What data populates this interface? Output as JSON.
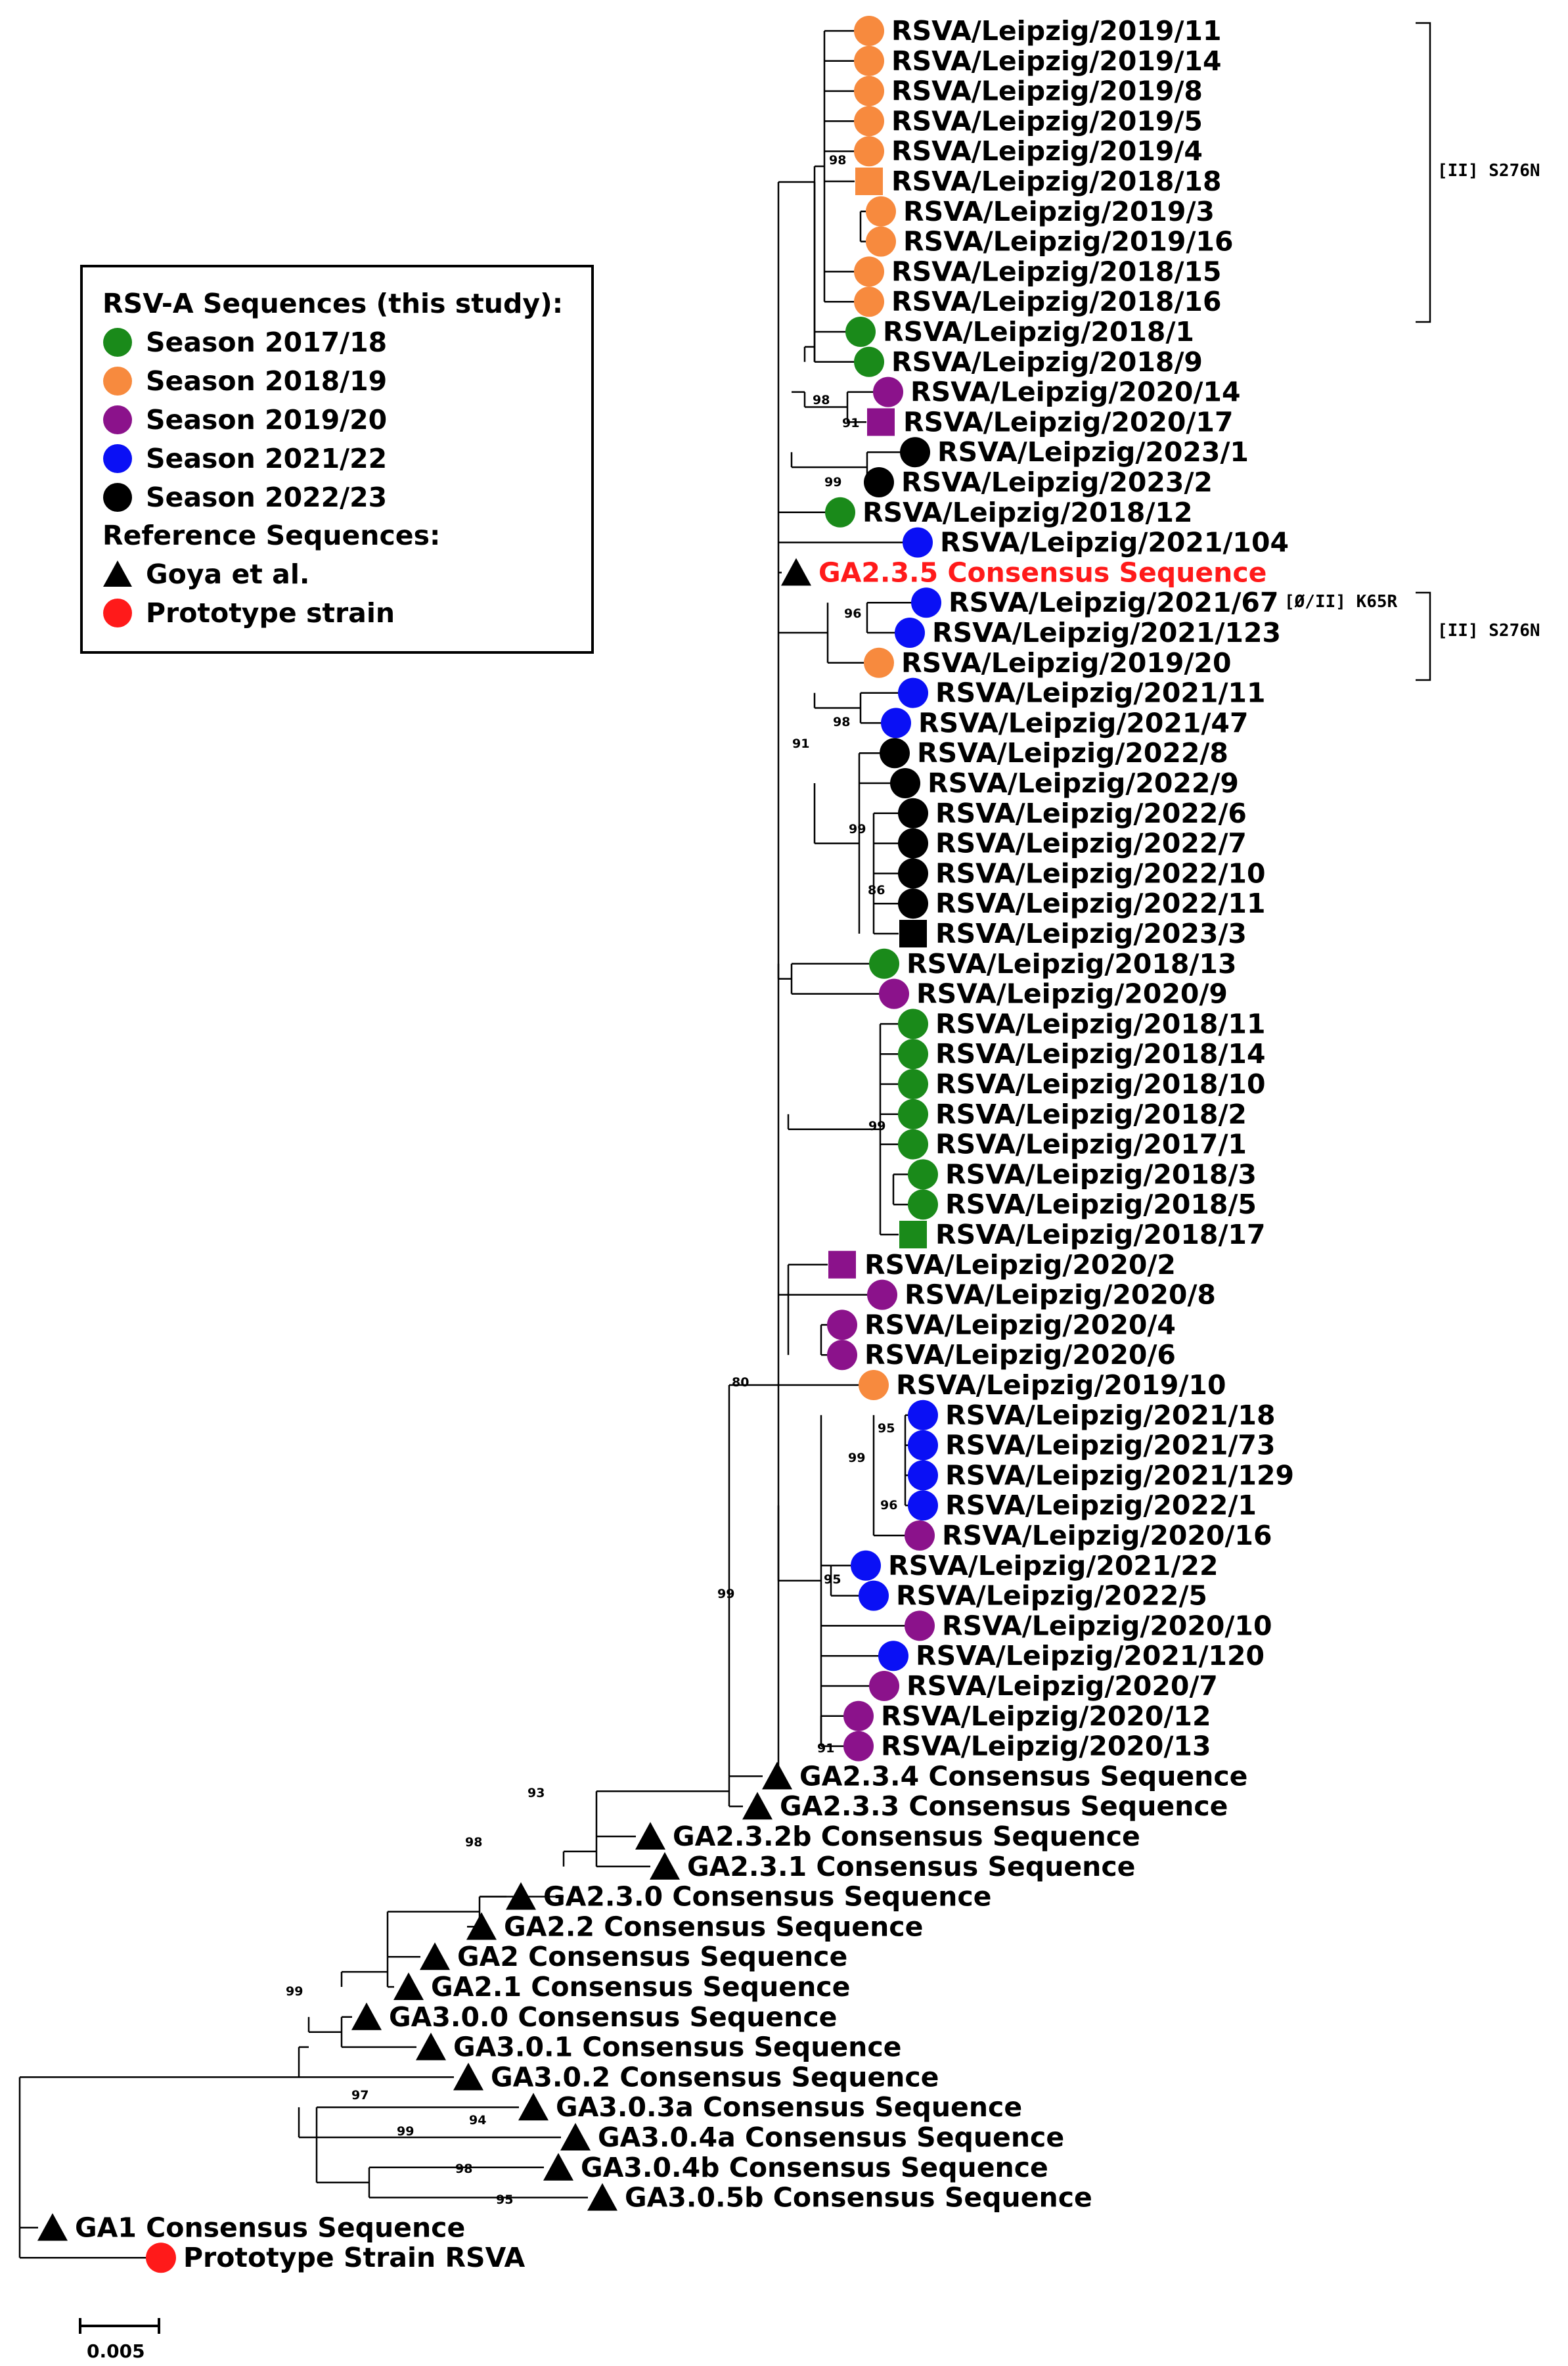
{
  "colors": {
    "s2017": "#1a8a1a",
    "s2018": "#f78a3e",
    "s2019": "#8b128b",
    "s2021": "#0a10f5",
    "s2022": "#000000",
    "ref": "#000000",
    "prototype": "#ff1a1a",
    "highlight_label": "#ff1a1a"
  },
  "legend": {
    "title1": "RSV-A Sequences (this study):",
    "items": [
      {
        "label": "Season 2017/18",
        "shape": "circle",
        "color": "s2017"
      },
      {
        "label": "Season 2018/19",
        "shape": "circle",
        "color": "s2018"
      },
      {
        "label": "Season 2019/20",
        "shape": "circle",
        "color": "s2019"
      },
      {
        "label": "Season 2021/22",
        "shape": "circle",
        "color": "s2021"
      },
      {
        "label": "Season 2022/23",
        "shape": "circle",
        "color": "s2022"
      }
    ],
    "title2": "Reference Sequences:",
    "refs": [
      {
        "label": "Goya et al.",
        "shape": "triangle",
        "color": "ref"
      },
      {
        "label": "Prototype strain",
        "shape": "circle",
        "color": "prototype"
      }
    ]
  },
  "tips": [
    {
      "label": "RSVA/Leipzig/2019/11",
      "shape": "circle",
      "color": "s2018"
    },
    {
      "label": "RSVA/Leipzig/2019/14",
      "shape": "circle",
      "color": "s2018"
    },
    {
      "label": "RSVA/Leipzig/2019/8",
      "shape": "circle",
      "color": "s2018"
    },
    {
      "label": "RSVA/Leipzig/2019/5",
      "shape": "circle",
      "color": "s2018"
    },
    {
      "label": "RSVA/Leipzig/2019/4",
      "shape": "circle",
      "color": "s2018"
    },
    {
      "label": "RSVA/Leipzig/2018/18",
      "shape": "square",
      "color": "s2018"
    },
    {
      "label": "RSVA/Leipzig/2019/3",
      "shape": "circle",
      "color": "s2018"
    },
    {
      "label": "RSVA/Leipzig/2019/16",
      "shape": "circle",
      "color": "s2018"
    },
    {
      "label": "RSVA/Leipzig/2018/15",
      "shape": "circle",
      "color": "s2018"
    },
    {
      "label": "RSVA/Leipzig/2018/16",
      "shape": "circle",
      "color": "s2018"
    },
    {
      "label": "RSVA/Leipzig/2018/1",
      "shape": "circle",
      "color": "s2017"
    },
    {
      "label": "RSVA/Leipzig/2018/9",
      "shape": "circle",
      "color": "s2017"
    },
    {
      "label": "RSVA/Leipzig/2020/14",
      "shape": "circle",
      "color": "s2019"
    },
    {
      "label": "RSVA/Leipzig/2020/17",
      "shape": "square",
      "color": "s2019"
    },
    {
      "label": "RSVA/Leipzig/2023/1",
      "shape": "circle",
      "color": "s2022"
    },
    {
      "label": "RSVA/Leipzig/2023/2",
      "shape": "circle",
      "color": "s2022"
    },
    {
      "label": "RSVA/Leipzig/2018/12",
      "shape": "circle",
      "color": "s2017"
    },
    {
      "label": "RSVA/Leipzig/2021/104",
      "shape": "circle",
      "color": "s2021"
    },
    {
      "label": "GA2.3.5 Consensus Sequence",
      "shape": "triangle",
      "color": "ref",
      "highlight": true
    },
    {
      "label": "RSVA/Leipzig/2021/67",
      "shape": "circle",
      "color": "s2021"
    },
    {
      "label": "RSVA/Leipzig/2021/123",
      "shape": "circle",
      "color": "s2021"
    },
    {
      "label": "RSVA/Leipzig/2019/20",
      "shape": "circle",
      "color": "s2018"
    },
    {
      "label": "RSVA/Leipzig/2021/11",
      "shape": "circle",
      "color": "s2021"
    },
    {
      "label": "RSVA/Leipzig/2021/47",
      "shape": "circle",
      "color": "s2021"
    },
    {
      "label": "RSVA/Leipzig/2022/8",
      "shape": "circle",
      "color": "s2022"
    },
    {
      "label": "RSVA/Leipzig/2022/9",
      "shape": "circle",
      "color": "s2022"
    },
    {
      "label": "RSVA/Leipzig/2022/6",
      "shape": "circle",
      "color": "s2022"
    },
    {
      "label": "RSVA/Leipzig/2022/7",
      "shape": "circle",
      "color": "s2022"
    },
    {
      "label": "RSVA/Leipzig/2022/10",
      "shape": "circle",
      "color": "s2022"
    },
    {
      "label": "RSVA/Leipzig/2022/11",
      "shape": "circle",
      "color": "s2022"
    },
    {
      "label": "RSVA/Leipzig/2023/3",
      "shape": "square",
      "color": "s2022"
    },
    {
      "label": "RSVA/Leipzig/2018/13",
      "shape": "circle",
      "color": "s2017"
    },
    {
      "label": "RSVA/Leipzig/2020/9",
      "shape": "circle",
      "color": "s2019"
    },
    {
      "label": "RSVA/Leipzig/2018/11",
      "shape": "circle",
      "color": "s2017"
    },
    {
      "label": "RSVA/Leipzig/2018/14",
      "shape": "circle",
      "color": "s2017"
    },
    {
      "label": "RSVA/Leipzig/2018/10",
      "shape": "circle",
      "color": "s2017"
    },
    {
      "label": "RSVA/Leipzig/2018/2",
      "shape": "circle",
      "color": "s2017"
    },
    {
      "label": "RSVA/Leipzig/2017/1",
      "shape": "circle",
      "color": "s2017"
    },
    {
      "label": "RSVA/Leipzig/2018/3",
      "shape": "circle",
      "color": "s2017"
    },
    {
      "label": "RSVA/Leipzig/2018/5",
      "shape": "circle",
      "color": "s2017"
    },
    {
      "label": "RSVA/Leipzig/2018/17",
      "shape": "square",
      "color": "s2017"
    },
    {
      "label": "RSVA/Leipzig/2020/2",
      "shape": "square",
      "color": "s2019"
    },
    {
      "label": "RSVA/Leipzig/2020/8",
      "shape": "circle",
      "color": "s2019"
    },
    {
      "label": "RSVA/Leipzig/2020/4",
      "shape": "circle",
      "color": "s2019"
    },
    {
      "label": "RSVA/Leipzig/2020/6",
      "shape": "circle",
      "color": "s2019"
    },
    {
      "label": "RSVA/Leipzig/2019/10",
      "shape": "circle",
      "color": "s2018"
    },
    {
      "label": "RSVA/Leipzig/2021/18",
      "shape": "circle",
      "color": "s2021"
    },
    {
      "label": "RSVA/Leipzig/2021/73",
      "shape": "circle",
      "color": "s2021"
    },
    {
      "label": "RSVA/Leipzig/2021/129",
      "shape": "circle",
      "color": "s2021"
    },
    {
      "label": "RSVA/Leipzig/2022/1",
      "shape": "circle",
      "color": "s2021"
    },
    {
      "label": "RSVA/Leipzig/2020/16",
      "shape": "circle",
      "color": "s2019"
    },
    {
      "label": "RSVA/Leipzig/2021/22",
      "shape": "circle",
      "color": "s2021"
    },
    {
      "label": "RSVA/Leipzig/2022/5",
      "shape": "circle",
      "color": "s2021"
    },
    {
      "label": "RSVA/Leipzig/2020/10",
      "shape": "circle",
      "color": "s2019"
    },
    {
      "label": "RSVA/Leipzig/2021/120",
      "shape": "circle",
      "color": "s2021"
    },
    {
      "label": "RSVA/Leipzig/2020/7",
      "shape": "circle",
      "color": "s2019"
    },
    {
      "label": "RSVA/Leipzig/2020/12",
      "shape": "circle",
      "color": "s2019"
    },
    {
      "label": "RSVA/Leipzig/2020/13",
      "shape": "circle",
      "color": "s2019"
    },
    {
      "label": "GA2.3.4 Consensus Sequence",
      "shape": "triangle",
      "color": "ref"
    },
    {
      "label": "GA2.3.3 Consensus Sequence",
      "shape": "triangle",
      "color": "ref"
    },
    {
      "label": "GA2.3.2b Consensus Sequence",
      "shape": "triangle",
      "color": "ref"
    },
    {
      "label": "GA2.3.1 Consensus Sequence",
      "shape": "triangle",
      "color": "ref"
    },
    {
      "label": "GA2.3.0 Consensus Sequence",
      "shape": "triangle",
      "color": "ref"
    },
    {
      "label": "GA2.2 Consensus Sequence",
      "shape": "triangle",
      "color": "ref"
    },
    {
      "label": "GA2 Consensus Sequence",
      "shape": "triangle",
      "color": "ref"
    },
    {
      "label": "GA2.1 Consensus Sequence",
      "shape": "triangle",
      "color": "ref"
    },
    {
      "label": "GA3.0.0 Consensus Sequence",
      "shape": "triangle",
      "color": "ref"
    },
    {
      "label": "GA3.0.1 Consensus Sequence",
      "shape": "triangle",
      "color": "ref"
    },
    {
      "label": "GA3.0.2 Consensus Sequence",
      "shape": "triangle",
      "color": "ref"
    },
    {
      "label": "GA3.0.3a Consensus Sequence",
      "shape": "triangle",
      "color": "ref"
    },
    {
      "label": "GA3.0.4a Consensus Sequence",
      "shape": "triangle",
      "color": "ref"
    },
    {
      "label": "GA3.0.4b Consensus Sequence",
      "shape": "triangle",
      "color": "ref"
    },
    {
      "label": "GA3.0.5b Consensus Sequence",
      "shape": "triangle",
      "color": "ref"
    },
    {
      "label": "GA1 Consensus Sequence",
      "shape": "triangle",
      "color": "ref"
    },
    {
      "label": "Prototype Strain RSVA",
      "shape": "circle",
      "color": "prototype"
    }
  ],
  "bootstrap_values": [
    "98",
    "98",
    "91",
    "99",
    "96",
    "98",
    "91",
    "99",
    "86",
    "99",
    "80",
    "95",
    "99",
    "96",
    "95",
    "91",
    "99",
    "93",
    "98",
    "99",
    "97",
    "94",
    "99",
    "98",
    "95"
  ],
  "annotations": {
    "bracket1_label": "[II] S276N",
    "bracket2_label": "[II] S276N",
    "k65r_label": "[Ø/II] K65R"
  },
  "scale_bar": {
    "label": "0.005"
  }
}
